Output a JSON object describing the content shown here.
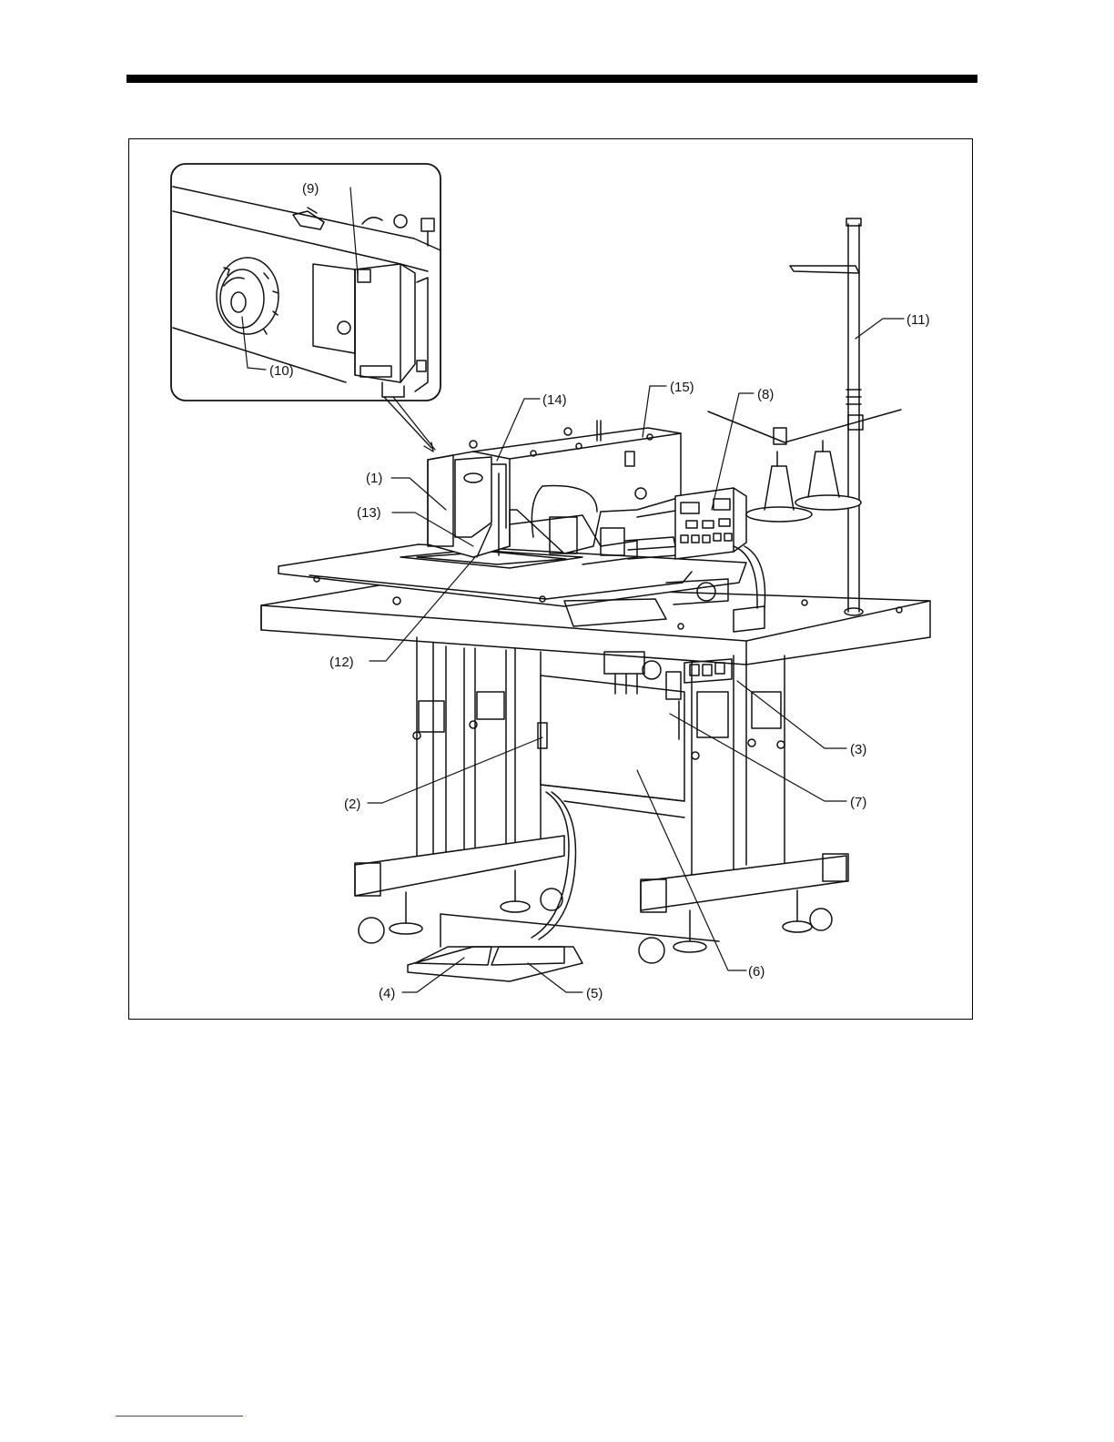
{
  "diagram": {
    "labels": {
      "l1": "(1)",
      "l2": "(2)",
      "l3": "(3)",
      "l4": "(4)",
      "l5": "(5)",
      "l6": "(6)",
      "l7": "(7)",
      "l8": "(8)",
      "l9": "(9)",
      "l10": "(10)",
      "l11": "(11)",
      "l12": "(12)",
      "l13": "(13)",
      "l14": "(14)",
      "l15": "(15)"
    }
  },
  "colors": {
    "ink": "#111111",
    "rule": "#000000",
    "footer_rule": "#3a3ad0"
  }
}
